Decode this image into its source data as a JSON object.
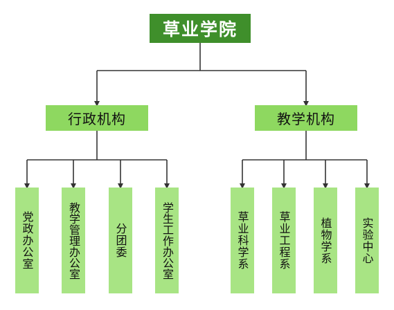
{
  "root": {
    "label": "草业学院"
  },
  "branches": [
    {
      "label": "行政机构",
      "children": [
        "党政办公室",
        "教学管理办公室",
        "分团委",
        "学生工作办公室"
      ]
    },
    {
      "label": "教学机构",
      "children": [
        "草业科学系",
        "草业工程系",
        "植物学系",
        "实验中心"
      ]
    }
  ],
  "colors": {
    "root_fill": "#3f8f2b",
    "branch_fill": "#8ed860",
    "leaf_fill": "#a8e484",
    "connector": "#333333"
  }
}
